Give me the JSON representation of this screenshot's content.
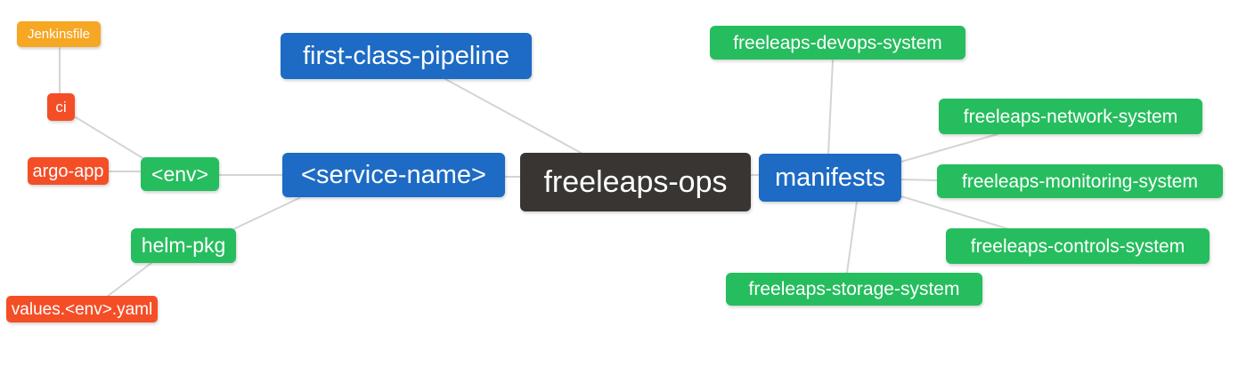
{
  "mindmap": {
    "root": {
      "label": "freeleaps-ops",
      "children": [
        {
          "label": "first-class-pipeline",
          "children": []
        },
        {
          "label": "<service-name>",
          "children": [
            {
              "label": "<env>",
              "children": [
                {
                  "label": "ci",
                  "children": [
                    {
                      "label": "Jenkinsfile",
                      "children": []
                    }
                  ]
                },
                {
                  "label": "argo-app",
                  "children": []
                }
              ]
            },
            {
              "label": "helm-pkg",
              "children": [
                {
                  "label": "values.<env>.yaml",
                  "children": []
                }
              ]
            }
          ]
        },
        {
          "label": "manifests",
          "children": [
            {
              "label": "freeleaps-devops-system",
              "children": []
            },
            {
              "label": "freeleaps-network-system",
              "children": []
            },
            {
              "label": "freeleaps-monitoring-system",
              "children": []
            },
            {
              "label": "freeleaps-controls-system",
              "children": []
            },
            {
              "label": "freeleaps-storage-system",
              "children": []
            }
          ]
        }
      ]
    },
    "colors": {
      "root_node": "#393532",
      "branch_node": "#1d6bc4",
      "green_node": "#26bd5e",
      "red_node": "#f44e27",
      "orange_node": "#f6a723",
      "edge_line": "#d4d4d4",
      "node_text": "#ffffff",
      "background": "#ffffff"
    }
  }
}
